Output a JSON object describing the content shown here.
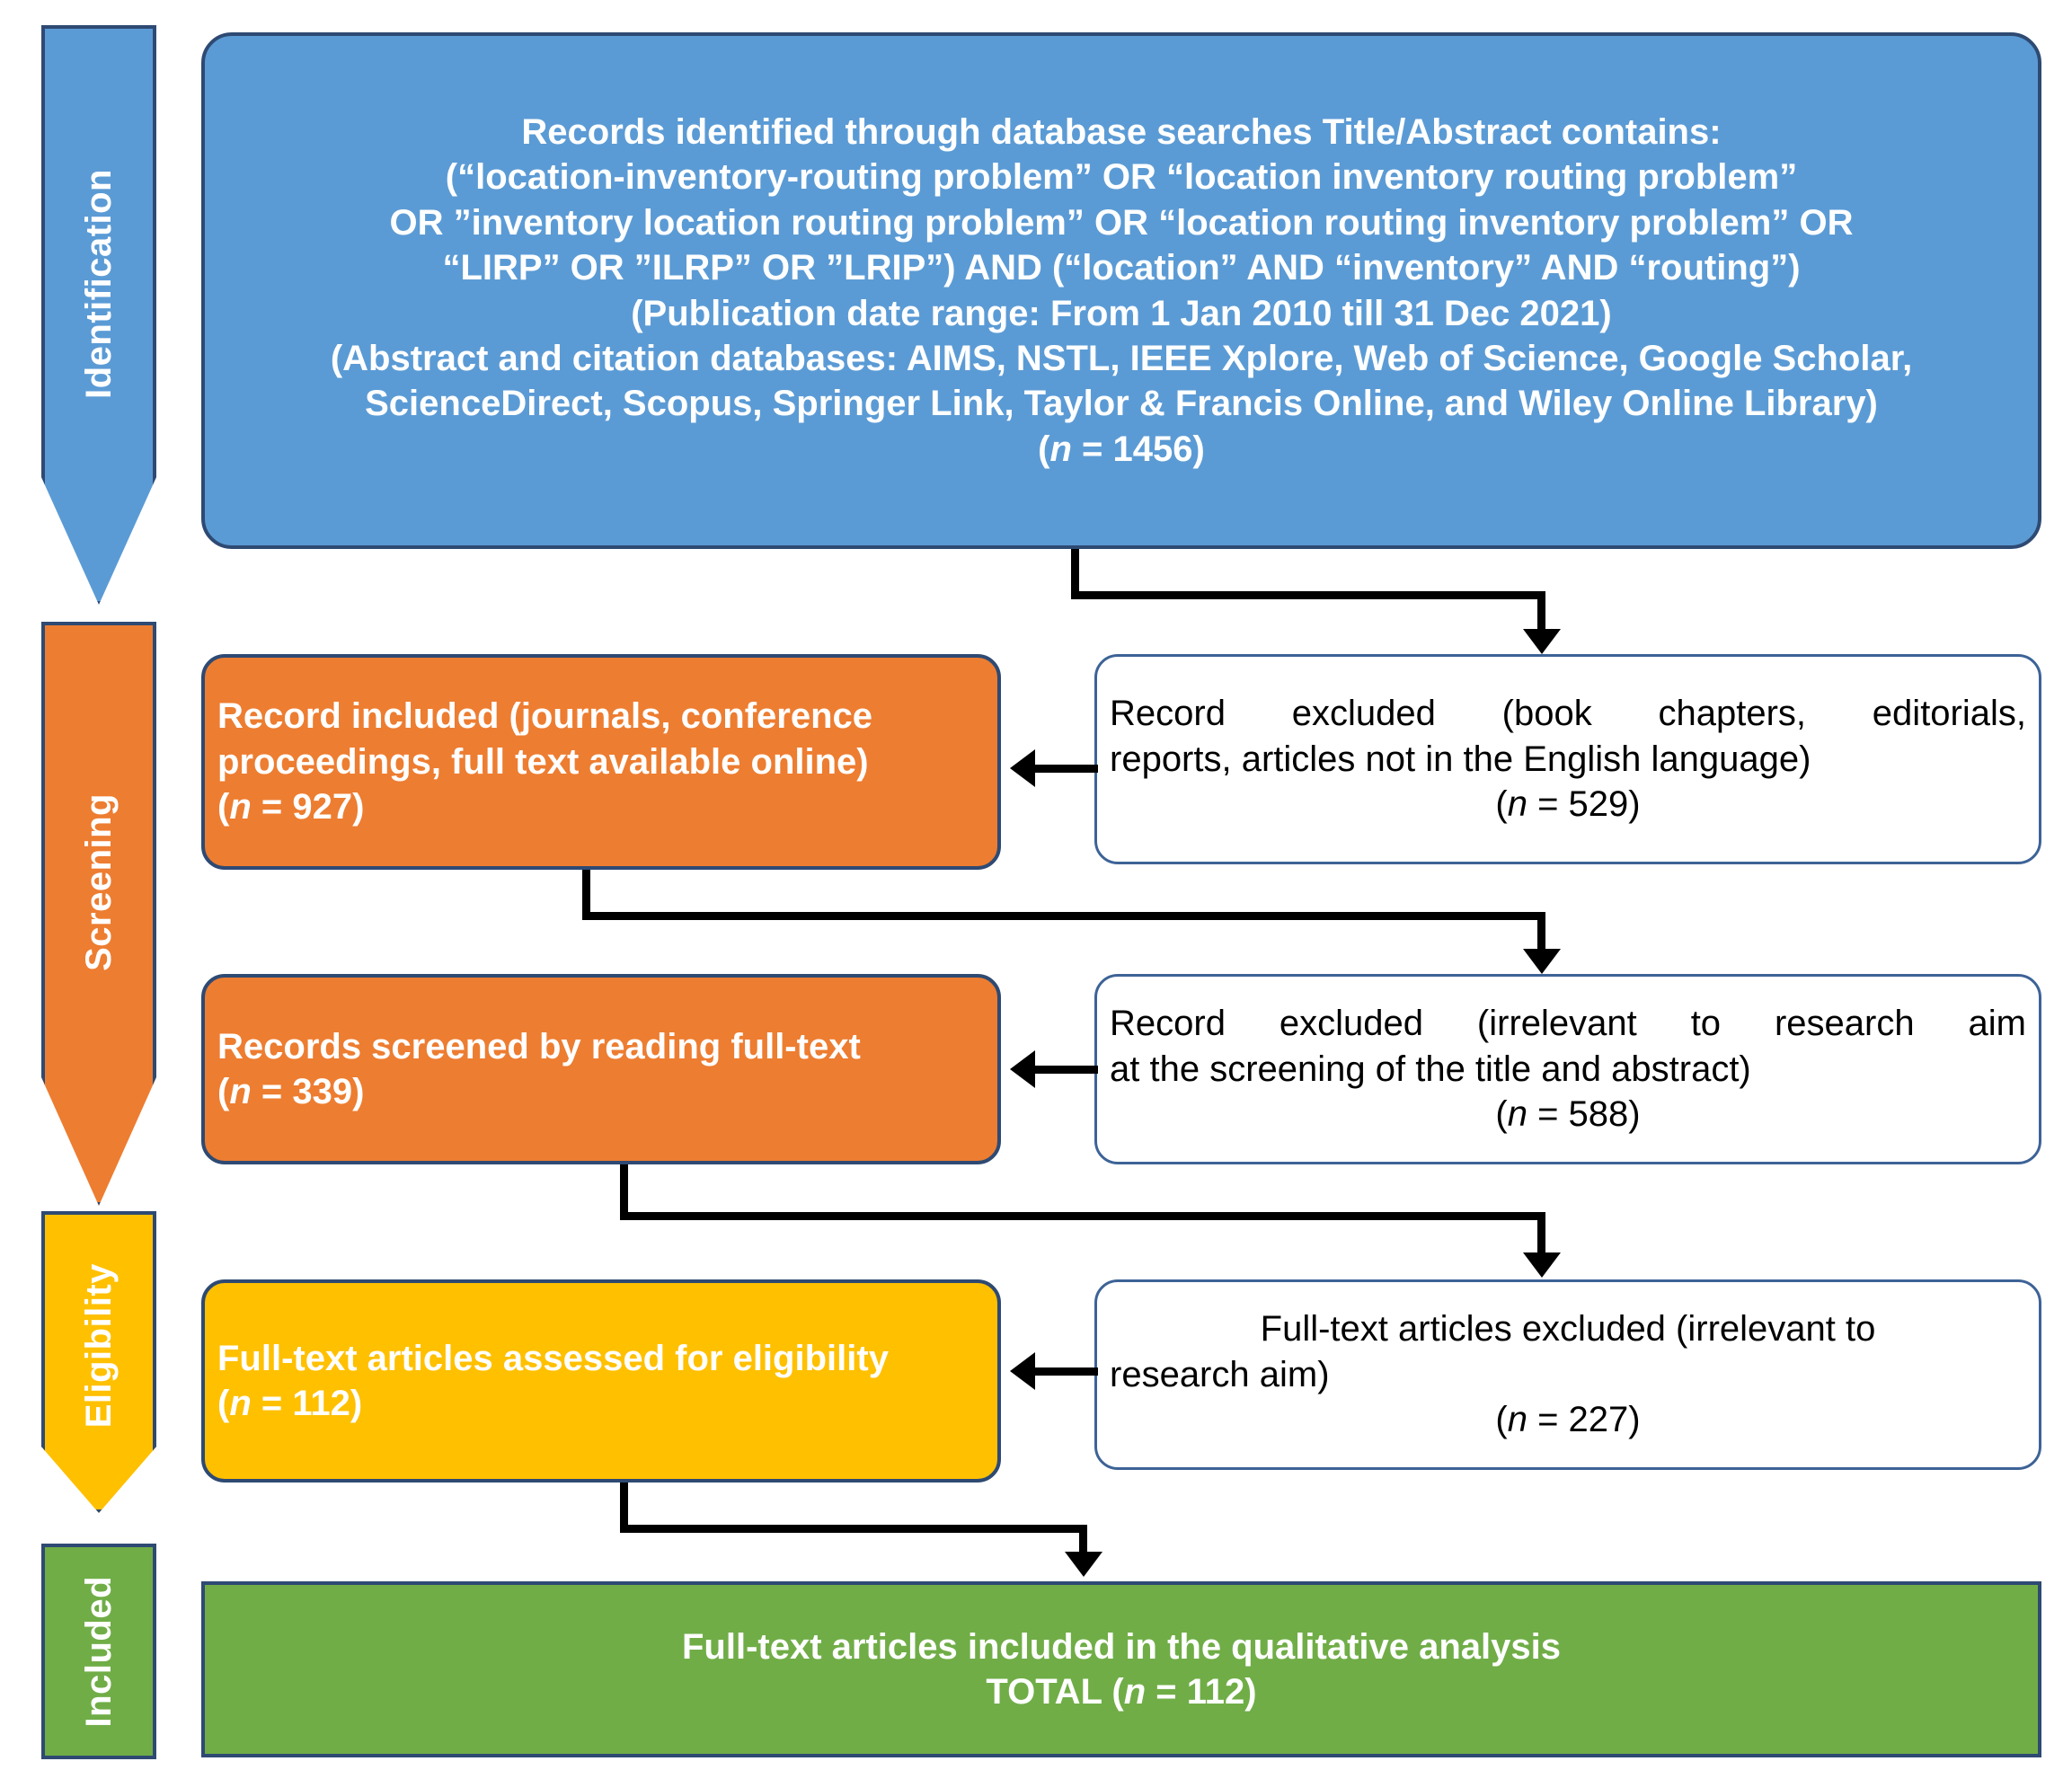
{
  "diagram": {
    "type": "prisma-flow-diagram",
    "stages": [
      {
        "id": "identification",
        "label": "Identification",
        "color": "#5b9bd5"
      },
      {
        "id": "screening",
        "label": "Screening",
        "color": "#ed7d31"
      },
      {
        "id": "eligibility",
        "label": "Eligibility",
        "color": "#ffc000"
      },
      {
        "id": "included",
        "label": "Included",
        "color": "#70ad47"
      }
    ],
    "colors": {
      "identification": "#5b9bd5",
      "screening": "#ed7d31",
      "eligibility": "#ffc000",
      "included": "#70ad47",
      "box_border": "#2e4a73",
      "outline_border": "#3d6397",
      "connector": "#000000",
      "text_on_fill": "#ffffff",
      "text_on_white": "#000000"
    },
    "nodes": {
      "identified": {
        "lines": [
          "Records identified through database searches Title/Abstract contains:",
          "(“location-inventory-routing problem” OR “location inventory routing problem”",
          "OR ”inventory location routing problem” OR “location routing inventory problem” OR",
          "“LIRP” OR ”ILRP” OR ”LRIP”)  AND (“location” AND “inventory” AND “routing”)",
          "(Publication date range: From 1 Jan 2010 till 31 Dec 2021)",
          "(Abstract and citation databases: AIMS, NSTL, IEEE Xplore, Web of Science, Google Scholar,",
          "ScienceDirect, Scopus, Springer Link, Taylor & Francis Online, and Wiley Online Library)"
        ],
        "count_prefix": "(",
        "count_n": "n",
        "count_eq": " = 1456)"
      },
      "record_included": {
        "lines": [
          "Record included (journals, conference",
          "proceedings, full text available online)"
        ],
        "count_prefix": "(",
        "count_n": "n",
        "count_eq": " = 927)"
      },
      "record_excluded_1": {
        "lines": [
          "Record excluded (book chapters, editorials,",
          "reports, articles not in the English language)"
        ],
        "count_prefix": "(",
        "count_n": "n",
        "count_eq": " = 529)"
      },
      "records_screened": {
        "lines": [
          "Records screened by reading full-text"
        ],
        "count_prefix": "(",
        "count_n": "n",
        "count_eq": " = 339)"
      },
      "record_excluded_2": {
        "lines": [
          "Record excluded (irrelevant to research aim",
          "at the screening of the title and abstract)"
        ],
        "count_prefix": "(",
        "count_n": "n",
        "count_eq": " = 588)"
      },
      "assessed_eligibility": {
        "lines": [
          "Full-text articles assessed for eligibility"
        ],
        "count_prefix": "(",
        "count_n": "n",
        "count_eq": " = 112)"
      },
      "fulltext_excluded": {
        "lines": [
          "Full-text articles excluded (irrelevant to",
          "research aim)"
        ],
        "count_prefix": "(",
        "count_n": "n",
        "count_eq": " = 227)"
      },
      "final_included": {
        "lines": [
          "Full-text articles included in the qualitative analysis"
        ],
        "total_label": "TOTAL (",
        "total_n": "n",
        "total_eq": " = 112)"
      }
    }
  }
}
